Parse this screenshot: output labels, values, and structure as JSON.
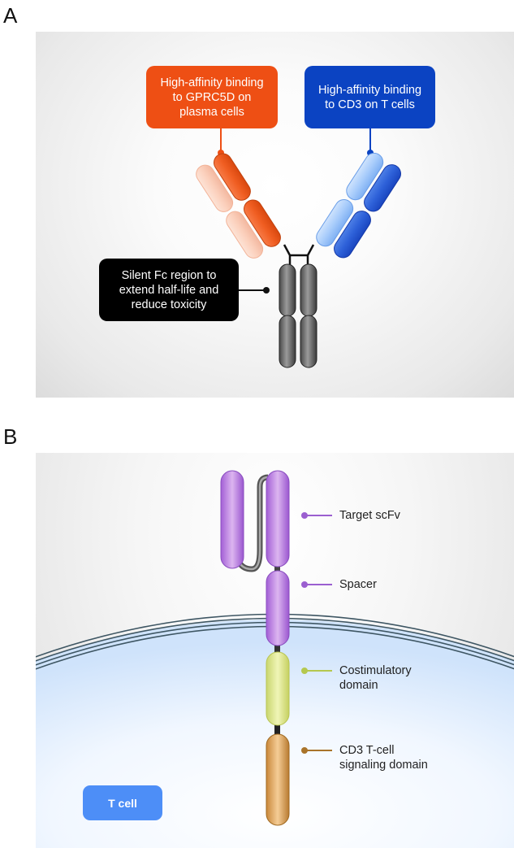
{
  "panel_a": {
    "letter": "A",
    "callouts": {
      "gprc5d": {
        "text": "High-affinity binding\nto GPRC5D on\nplasma cells",
        "color": "#ee4f14"
      },
      "cd3": {
        "text": "High-affinity binding\nto CD3 on T cells",
        "color": "#0b43c2"
      },
      "fc": {
        "text": "Silent Fc region to\nextend half-life and\nreduce toxicity",
        "color": "#000000"
      }
    }
  },
  "panel_b": {
    "letter": "B",
    "labels": {
      "scfv": {
        "text": "Target scFv",
        "color": "#9b5fd0"
      },
      "spacer": {
        "text": "Spacer",
        "color": "#9b5fd0"
      },
      "costim": {
        "text": "Costimulatory\ndomain",
        "color": "#b5c84e"
      },
      "cd3": {
        "text": "CD3 T-cell\nsignaling domain",
        "color": "#a9742a"
      }
    },
    "tcell_badge": {
      "text": "T cell",
      "color": "#4d8ef7"
    }
  }
}
